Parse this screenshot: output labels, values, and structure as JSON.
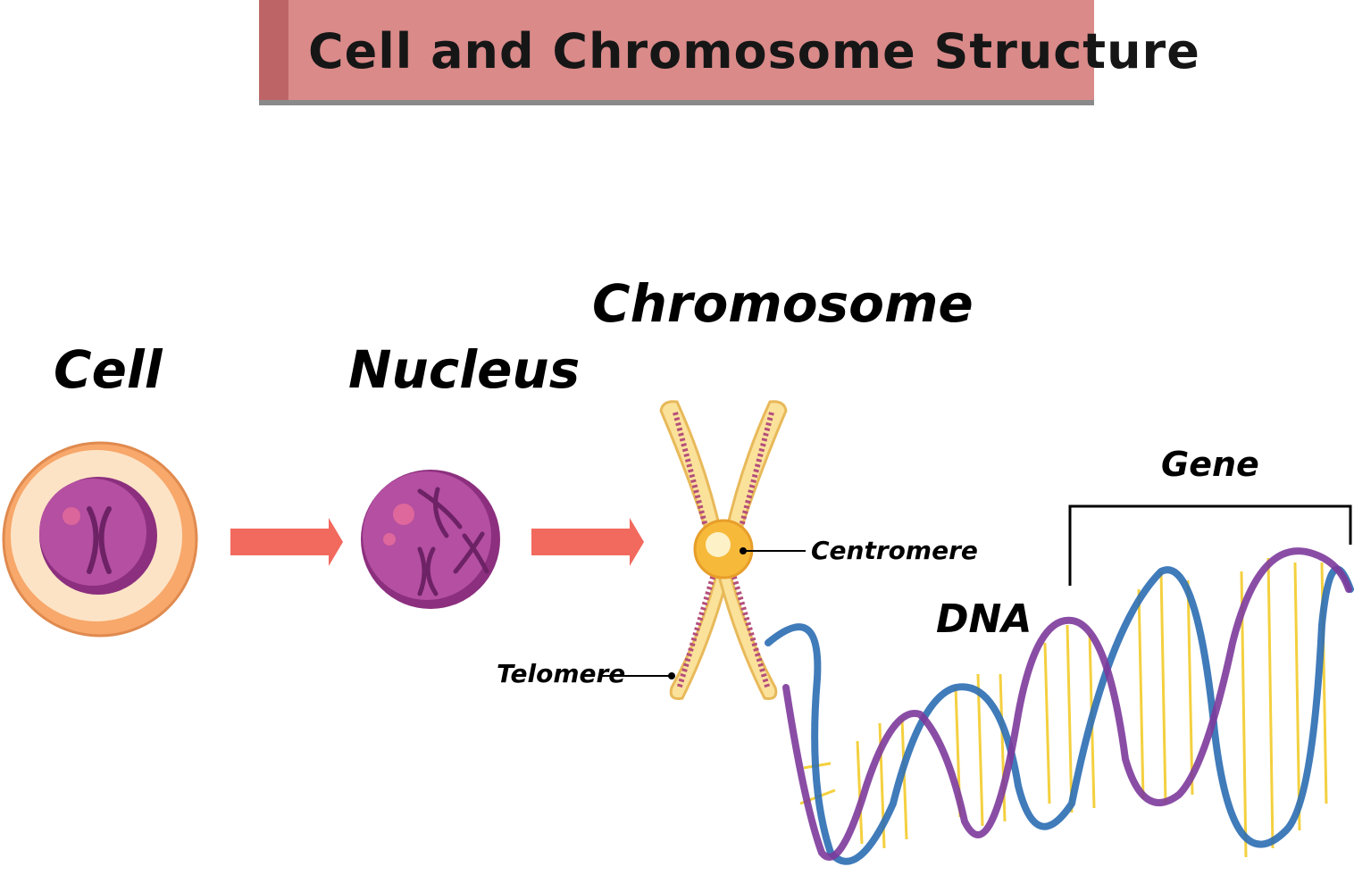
{
  "title": "Cell and Chromosome Structure",
  "labels": {
    "cell": "Cell",
    "nucleus": "Nucleus",
    "chromosome": "Chromosome",
    "centromere": "Centromere",
    "telomere": "Telomere",
    "dna": "DNA",
    "gene": "Gene"
  },
  "colors": {
    "banner": "#d98a89",
    "banner_strip": "#bd6566",
    "arrow": "#f2695e",
    "cell_outer": "#f7a86a",
    "cell_inner": "#fde3c6",
    "nucleus": "#b44fa1",
    "chromosome_fill": "#fbe29b",
    "dna_strand_a": "#7d3a9b",
    "dna_strand_b": "#2b6db3",
    "dna_rungs": "#f4d03f"
  }
}
